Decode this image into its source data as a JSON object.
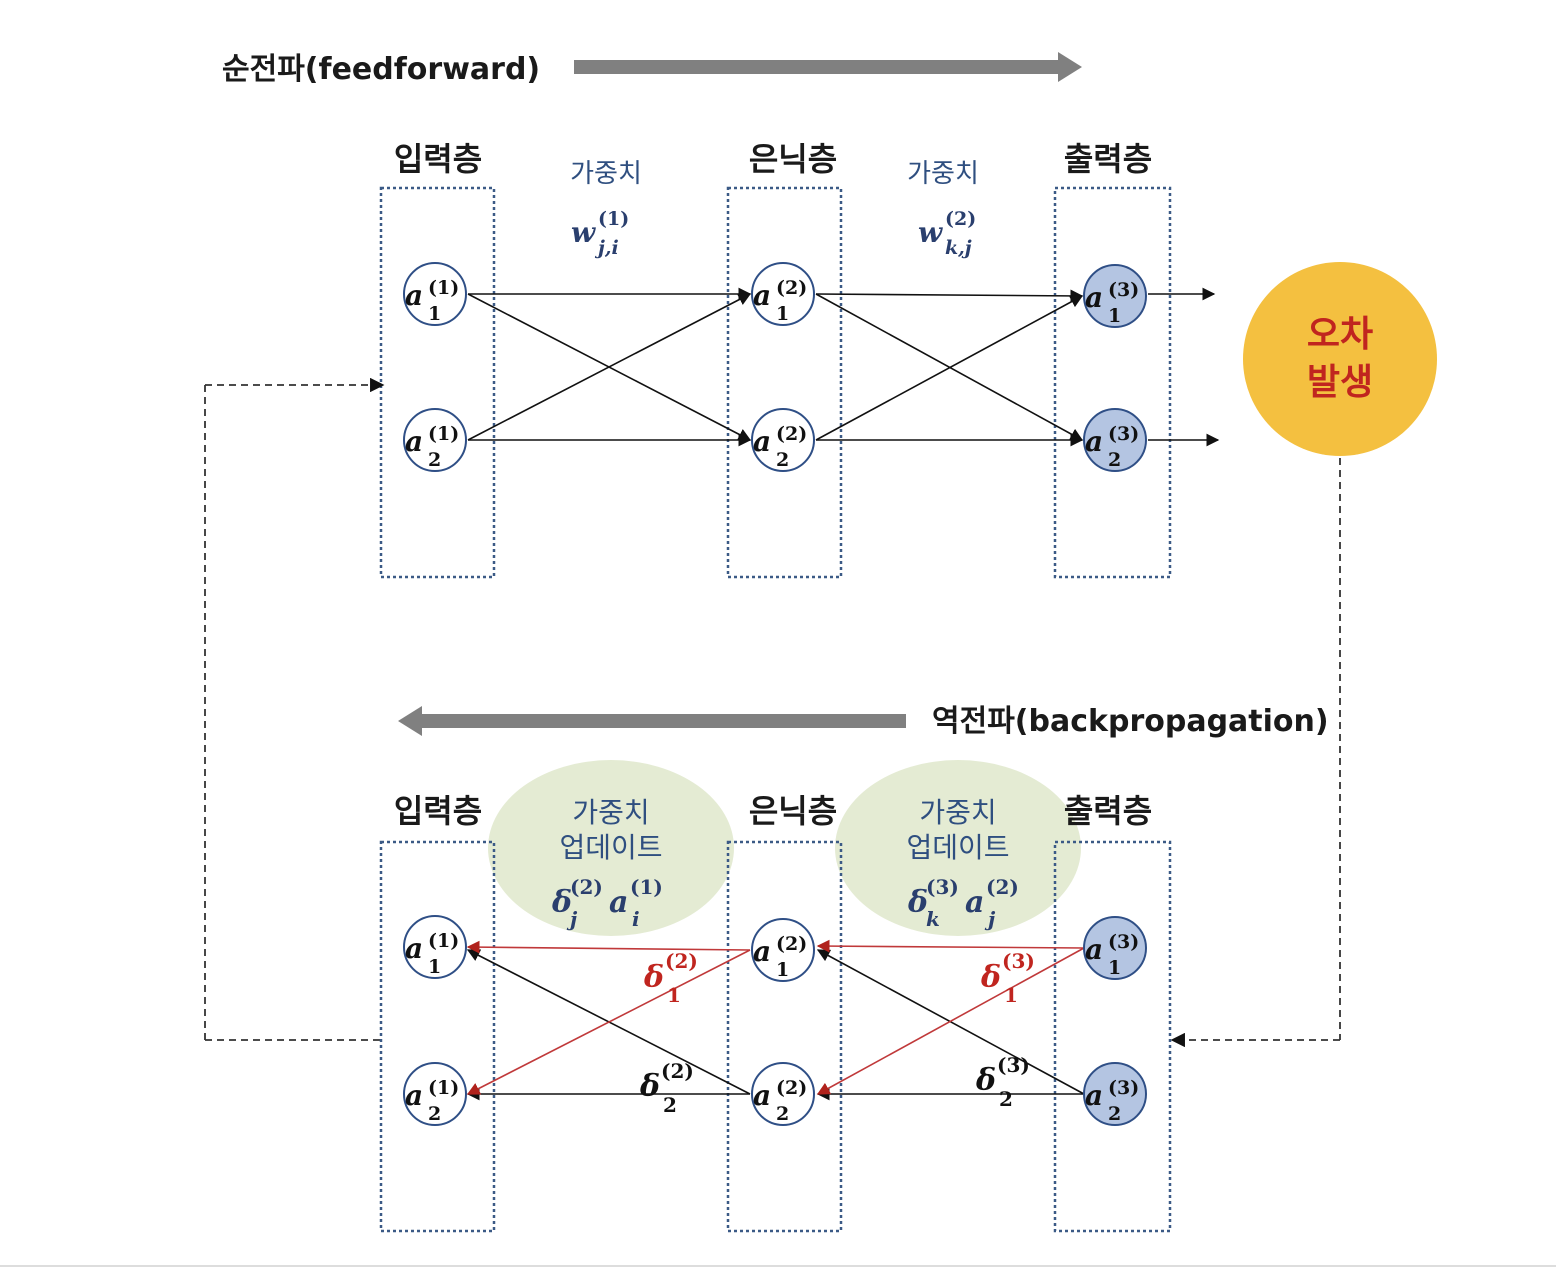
{
  "forward": {
    "title": "순전파(feedforward)",
    "layers": [
      "입력층",
      "은닉층",
      "출력층"
    ],
    "weights": [
      {
        "label": "가중치",
        "sym": "w",
        "sup": "(1)",
        "sub": "j,i"
      },
      {
        "label": "가중치",
        "sym": "w",
        "sup": "(2)",
        "sub": "k,j"
      }
    ]
  },
  "error": {
    "line1": "오차",
    "line2": "발생"
  },
  "backward": {
    "title": "역전파(backpropagation)",
    "layers": [
      "입력층",
      "은닉층",
      "출력층"
    ],
    "updates": [
      {
        "line1": "가중치",
        "line2": "업데이트",
        "d_sym": "δ",
        "d_sub": "j",
        "d_sup": "(2)",
        "a_sym": "a",
        "a_sub": "i",
        "a_sup": "(1)"
      },
      {
        "line1": "가중치",
        "line2": "업데이트",
        "d_sym": "δ",
        "d_sub": "k",
        "d_sup": "(3)",
        "a_sym": "a",
        "a_sub": "j",
        "a_sup": "(2)"
      }
    ],
    "deltas": [
      {
        "sym": "δ",
        "sub": "1",
        "sup": "(2)",
        "color": "red"
      },
      {
        "sym": "δ",
        "sub": "2",
        "sup": "(2)",
        "color": "black"
      },
      {
        "sym": "δ",
        "sub": "1",
        "sup": "(3)",
        "color": "red"
      },
      {
        "sym": "δ",
        "sub": "2",
        "sup": "(3)",
        "color": "black"
      }
    ]
  },
  "nodes": {
    "sym": "a",
    "input": [
      {
        "sub": "1",
        "sup": "(1)"
      },
      {
        "sub": "2",
        "sup": "(1)"
      }
    ],
    "hidden": [
      {
        "sub": "1",
        "sup": "(2)"
      },
      {
        "sub": "2",
        "sup": "(2)"
      }
    ],
    "output": [
      {
        "sub": "1",
        "sup": "(3)"
      },
      {
        "sub": "2",
        "sup": "(3)"
      }
    ]
  },
  "colors": {
    "arrow_gray": "#808080",
    "box_border": "#3b5a86",
    "node_border": "#2f4f86",
    "output_fill": "#b4c5e2",
    "error_fill": "#f4c040",
    "error_text": "#c0251f",
    "update_fill": "#e4ebd3",
    "back_red": "#c0393a"
  }
}
